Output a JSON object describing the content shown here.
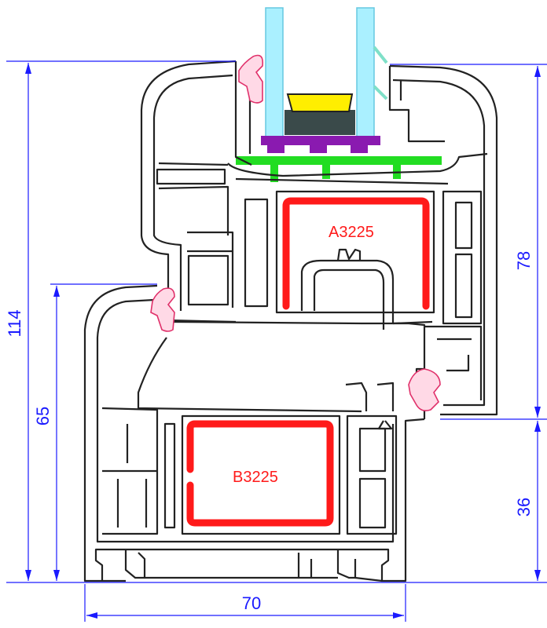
{
  "dimensions": {
    "total_height": "114",
    "frame_height": "65",
    "sash_height": "78",
    "frame_lower": "36",
    "frame_width": "70"
  },
  "reinforcements": {
    "sash": "A3225",
    "frame": "B3225"
  },
  "colors": {
    "dimension": "#1a1aff",
    "reinforcement": "#ff1a1a",
    "glass": "#aaf0ff",
    "glazing_gasket_top": "#ffee00",
    "spacer": "#3a4a4a",
    "glazing_block": "#8a1ab0",
    "glazing_bead_clip": "#22dd22",
    "seal_gasket": "#ff7aa8",
    "profile_outline": "#222222"
  }
}
